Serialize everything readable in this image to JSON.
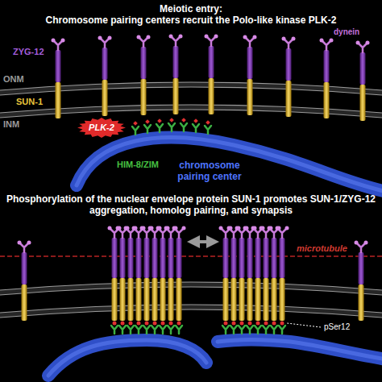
{
  "diagram": {
    "title": "Meiotic entry:",
    "nodes": [
      {
        "text": [
          "PLK-2"
        ]
      }
    ],
    "labels": [
      "Chromosome pairing centers recruit the Polo-like kinase PLK-2",
      "ZYG-12",
      "dynein",
      "ONM",
      "SUN-1",
      "INM",
      "HIM-8/ZIM",
      "chromosome pairing center",
      "Phosphorylation of the nuclear envelope protein SUN-1 promotes SUN-1/ZYG-12 aggregation, homolog pairing, and synapsis",
      "microtubule",
      "pSer12"
    ]
  }
}
